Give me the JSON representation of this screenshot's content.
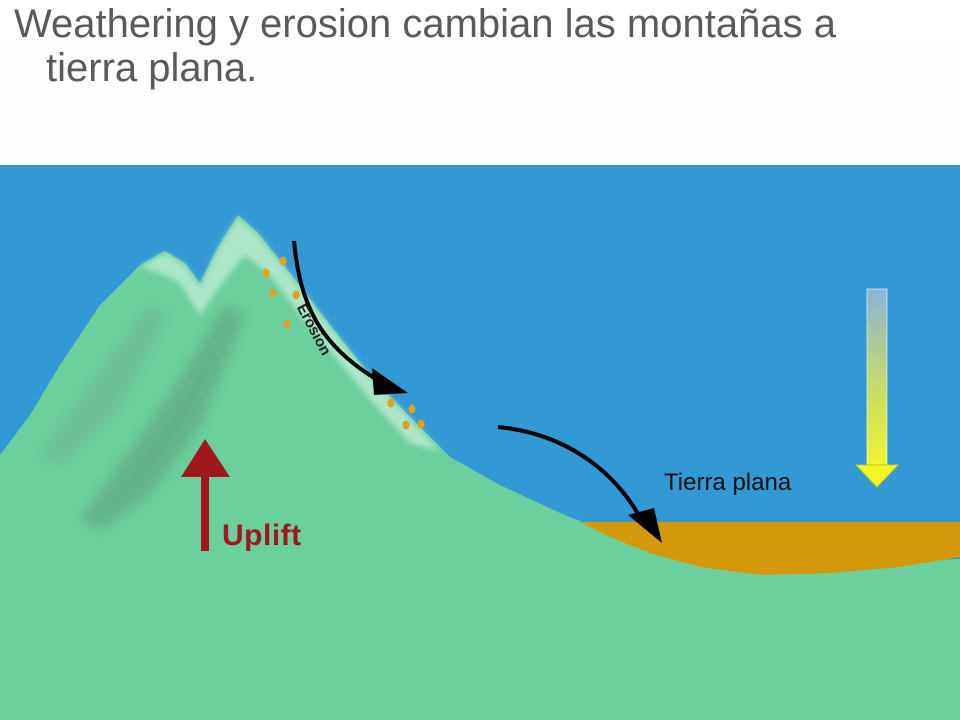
{
  "title": {
    "line1": "Weathering y erosion cambian las montañas a",
    "line2": "tierra plana."
  },
  "labels": {
    "flat_land": "Tierra plana",
    "uplift": "Uplift",
    "erosion": "Erosion"
  },
  "colors": {
    "sky": "#3399d4",
    "ground": "#6ccf9e",
    "sediment": "#d4990a",
    "uplift_arrow": "#a0171c",
    "erosion_arrow": "#000000",
    "sinking_arrow_top": "#8ab3d6",
    "sinking_arrow_bottom": "#f4f42a"
  },
  "icons": {
    "uplift": "up-arrow-icon",
    "erosion": "curved-arrow-icon",
    "sinking": "down-arrow-icon"
  }
}
